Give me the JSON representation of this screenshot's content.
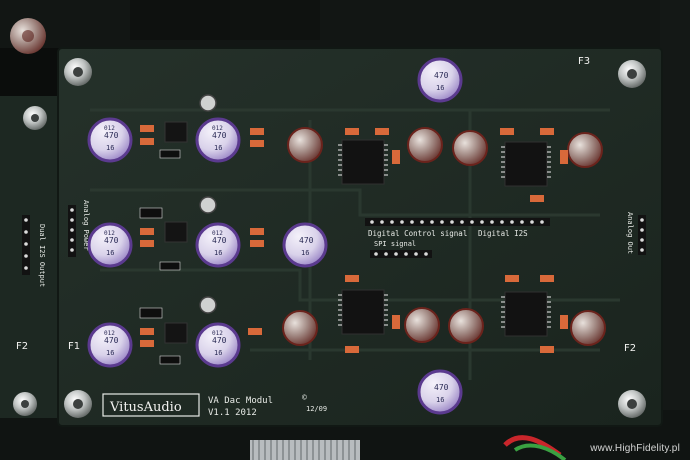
{
  "board": {
    "brand": "VitusAudio",
    "module_line1": "VA Dac Modul",
    "module_line2": "V1.1 2012",
    "date_code": "12/09",
    "copyright_mark": "©"
  },
  "silkscreen": {
    "digital_control_signal": "Digital Control signal",
    "digital_i2s": "Digital I2S",
    "spi_signal": "SPI signal",
    "analog_power": "Analog Power",
    "analog_out": "Analog Out",
    "dual_i2s_output": "Dual I2S Output",
    "fuse_f1": "F1",
    "fuse_f2_left": "F2",
    "fuse_f2_right": "F2",
    "fuse_f3": "F3"
  },
  "capacitor_markings": {
    "value": "470",
    "voltage": "16",
    "code": "012"
  },
  "watermark": "www.HighFidelity.pl",
  "colors": {
    "pcb": "#1f2a22",
    "pcb_edge": "#15201a",
    "background": "#0b0d0c",
    "cap_purple": "#6a3fa0",
    "cap_brown": "#7a2c24",
    "smd_orange": "#d8693a",
    "chip_black": "#121212",
    "silk": "#e7eae6"
  }
}
